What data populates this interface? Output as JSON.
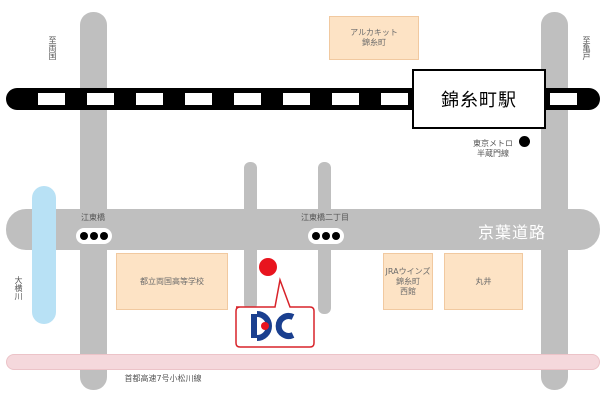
{
  "station": {
    "name": "錦糸町駅"
  },
  "rail_directions": {
    "west": "至両国",
    "east": "至亀戸"
  },
  "roads": {
    "main_road": "京葉道路",
    "highway": "首都高速7号小松川線"
  },
  "intersections": [
    {
      "name": "江東橋"
    },
    {
      "name": "江東橋二丁目"
    }
  ],
  "river": {
    "name": "大横川"
  },
  "landmarks": [
    {
      "name": "アルカキット\n錦糸町"
    },
    {
      "name": "東京メトロ\n半蔵門線"
    },
    {
      "name": "都立両国高等学校"
    },
    {
      "name": "JRAウインズ\n錦糸町\n西館"
    },
    {
      "name": "丸井"
    }
  ],
  "colors": {
    "road": "#bfbfbf",
    "river": "#b8e1f5",
    "highway": "#f5d8dc",
    "building": "#fde3c5",
    "marker": "#e8141e",
    "logo_blue": "#1a3f8f"
  },
  "icons": {
    "location_marker": "red-circle-pin",
    "logo": "rc-logo"
  }
}
